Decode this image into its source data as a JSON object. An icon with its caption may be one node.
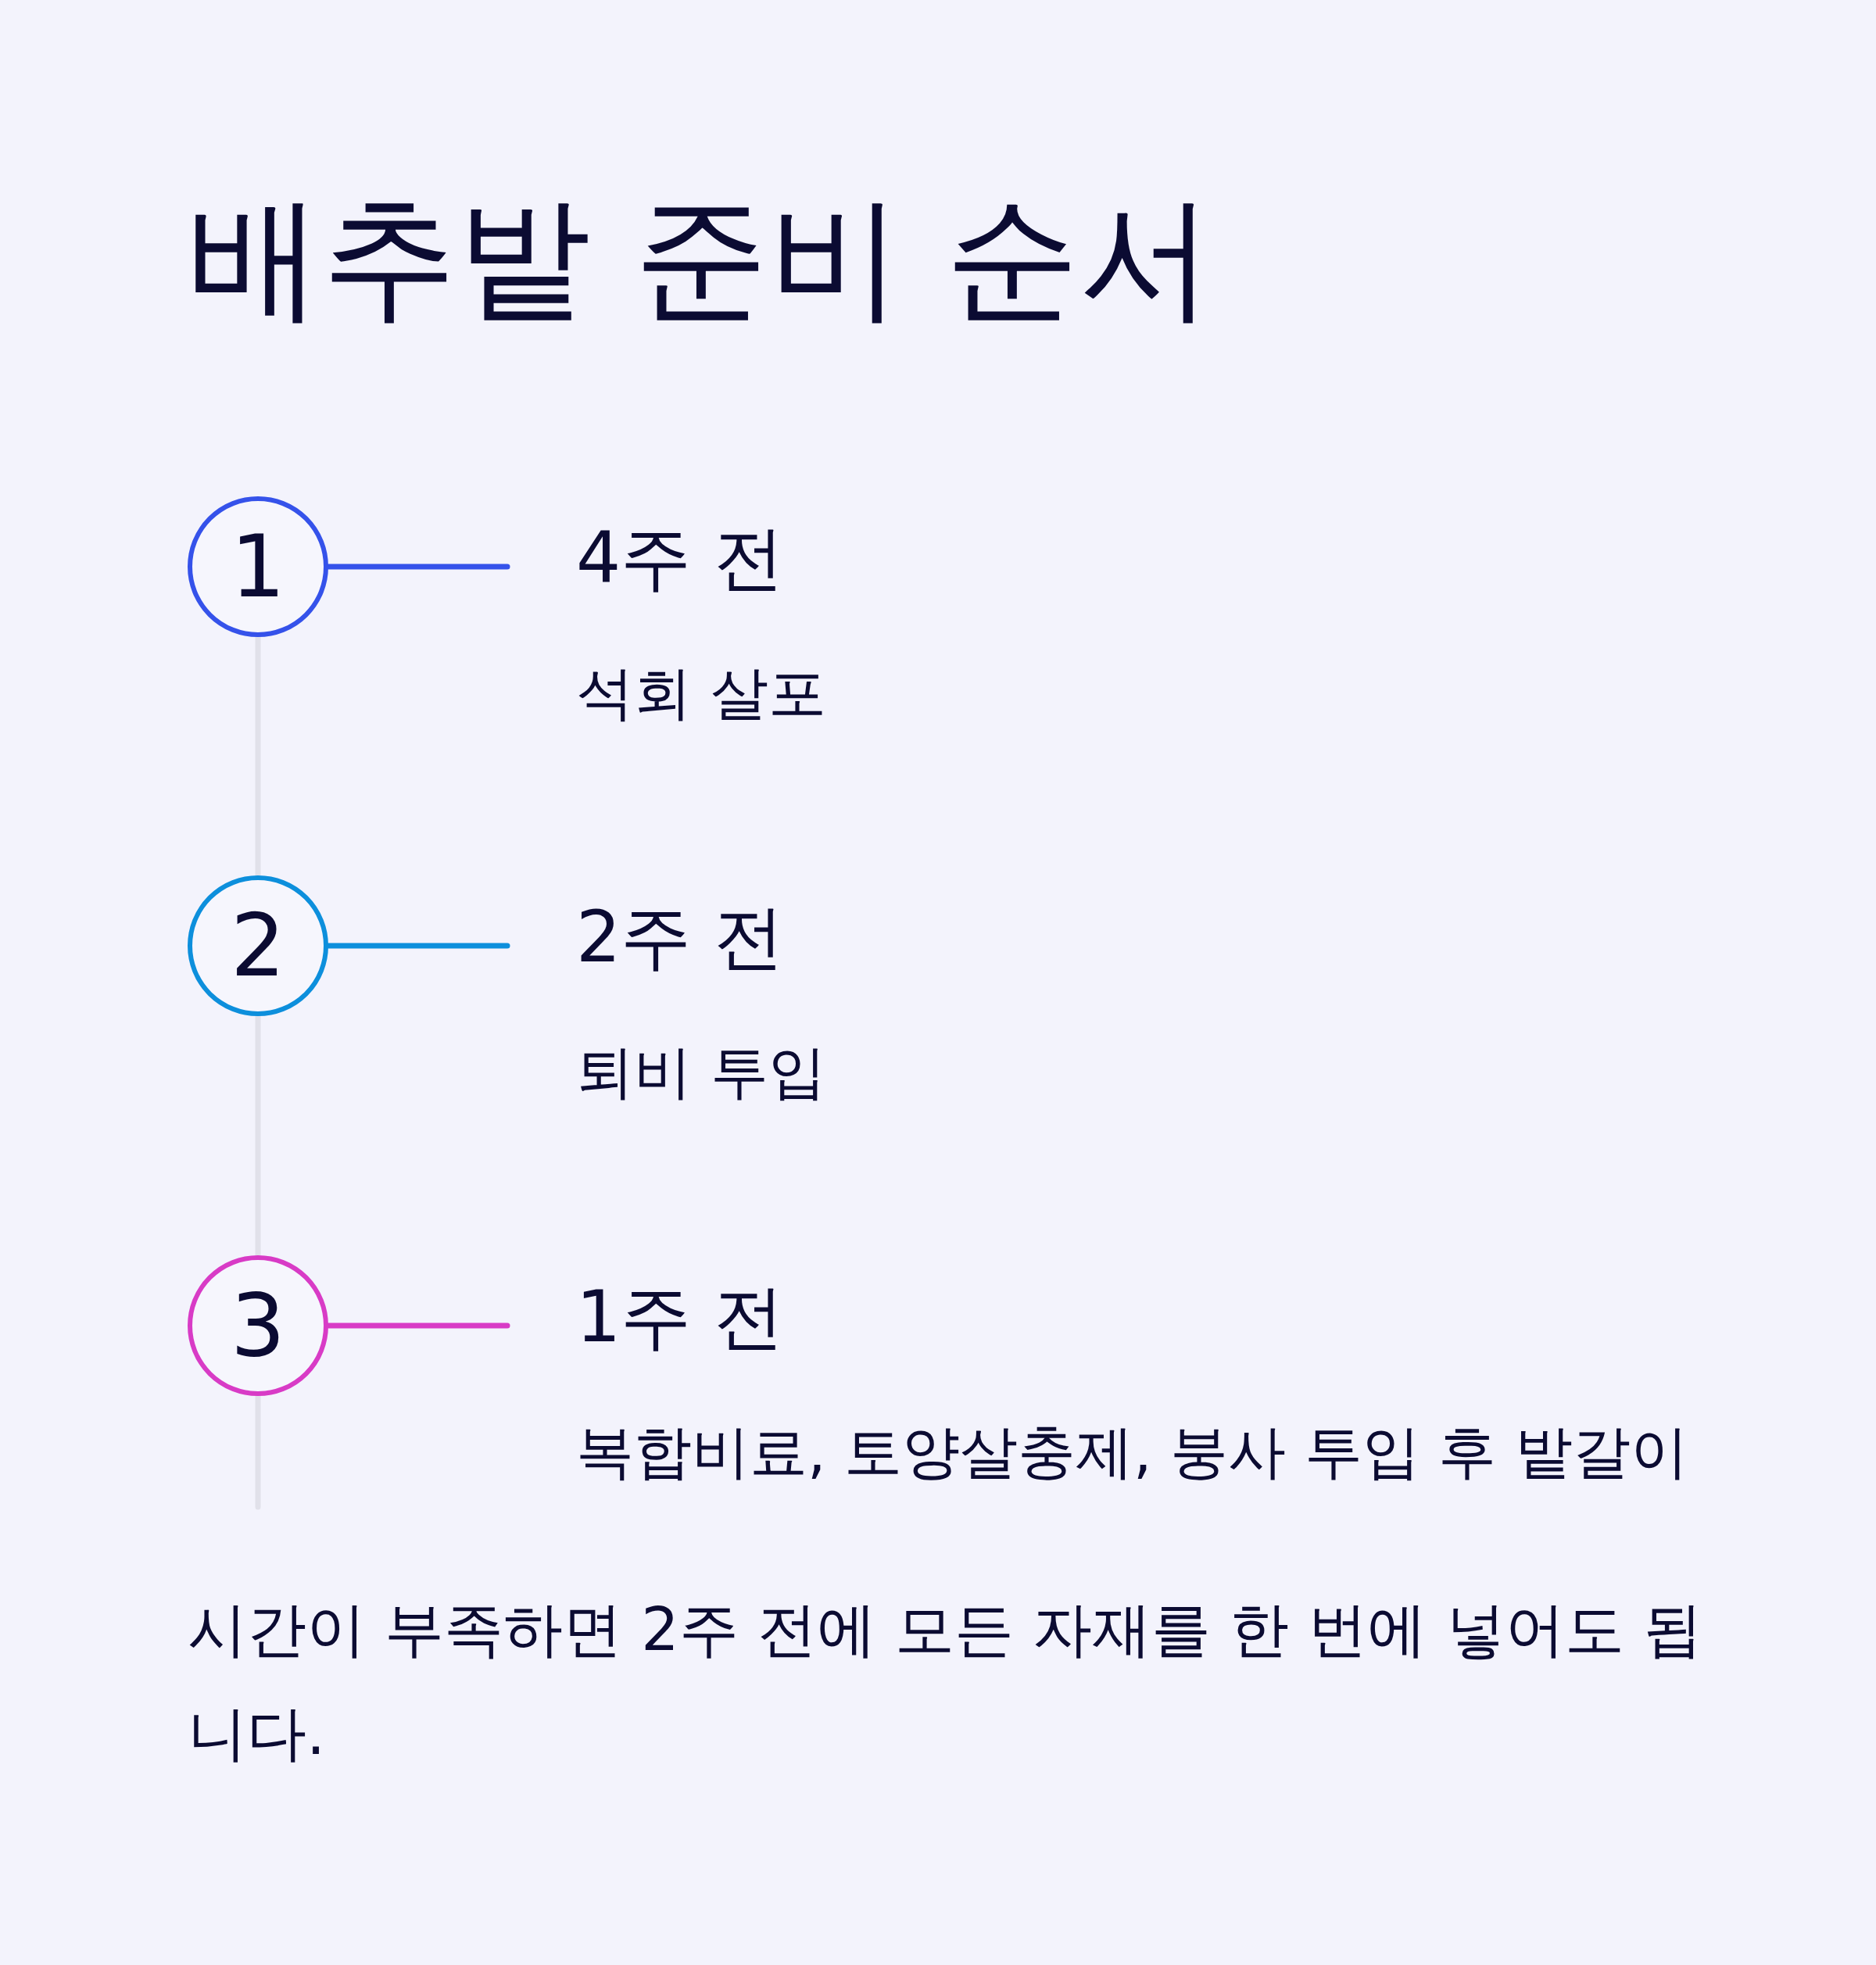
{
  "diagram": {
    "title": "배추밭 준비 순서",
    "nodes": [
      {
        "text": [
          "1"
        ]
      },
      {
        "text": [
          "4주 전",
          "석회 살포"
        ]
      },
      {
        "text": [
          "2"
        ]
      },
      {
        "text": [
          "2주 전",
          "퇴비 투입"
        ]
      },
      {
        "text": [
          "3"
        ]
      },
      {
        "text": [
          "1주 전",
          "복합비료, 토양살충제, 붕사 투입 후 밭갈이"
        ]
      }
    ],
    "edges": [
      {
        "from": 0,
        "to": 1,
        "arrow": "none",
        "color": "#3552ea"
      },
      {
        "from": 2,
        "to": 3,
        "arrow": "none",
        "color": "#0d8fdc"
      },
      {
        "from": 4,
        "to": 5,
        "arrow": "none",
        "color": "#d83bc6"
      },
      {
        "from": 0,
        "to": 2,
        "arrow": "none",
        "color": "#e1e1ea"
      },
      {
        "from": 2,
        "to": 4,
        "arrow": "none",
        "color": "#e1e1ea"
      },
      {
        "from": 4,
        "to": null,
        "arrow": "none",
        "color": "#e1e1ea"
      }
    ],
    "labels": [
      "시간이 부족하면 2주 전에 모든 자재를 한 번에 넣어도 됩니다."
    ]
  }
}
